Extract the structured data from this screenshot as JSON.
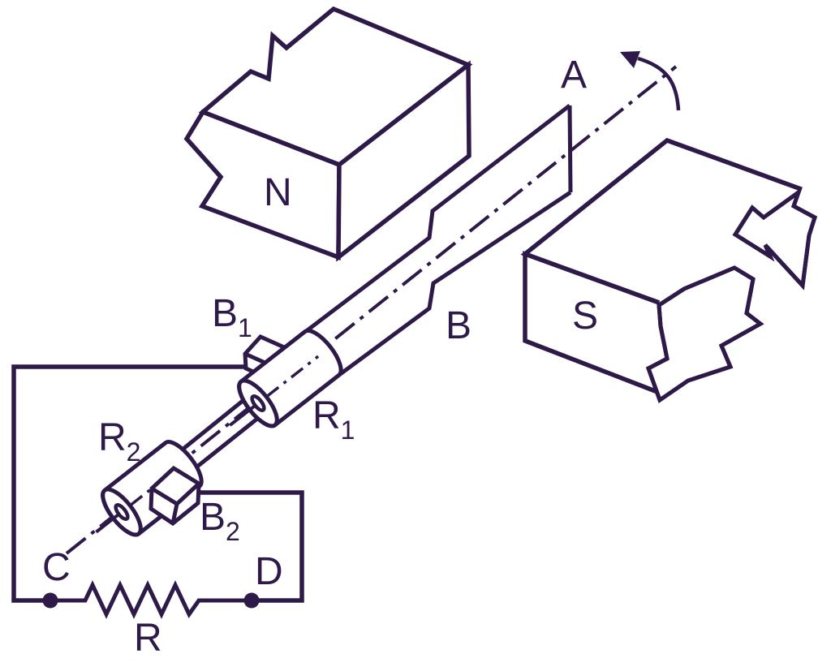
{
  "figure": {
    "description": "Simple AC generator diagram: a coil rotating between magnet poles with slip rings, brushes and an external load resistance"
  },
  "colors": {
    "ink": "#2e1a48",
    "background": "#ffffff"
  },
  "labels": {
    "pole_n": {
      "text": "N"
    },
    "pole_s": {
      "text": "S"
    },
    "coil_end_a": {
      "text": "A"
    },
    "coil_side_b": {
      "text": "B"
    },
    "brush_1": {
      "text": "B",
      "sub": "1"
    },
    "brush_2": {
      "text": "B",
      "sub": "2"
    },
    "slip_ring_1": {
      "text": "R",
      "sub": "1"
    },
    "slip_ring_2": {
      "text": "R",
      "sub": "2"
    },
    "terminal_c": {
      "text": "C"
    },
    "terminal_d": {
      "text": "D"
    },
    "load_resistance": {
      "text": "R"
    }
  }
}
